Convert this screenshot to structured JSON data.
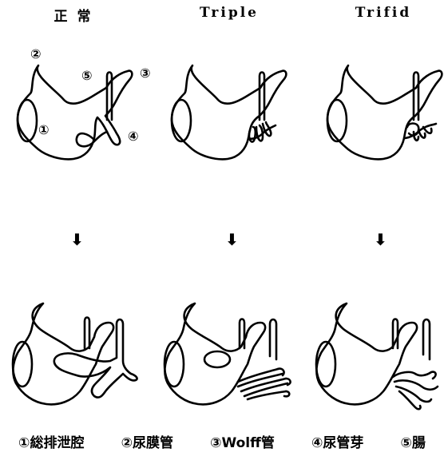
{
  "titles": {
    "normal": "正 常",
    "triple": "Triple",
    "trifid": "Trifid"
  },
  "labels": {
    "n1": "①",
    "n2": "②",
    "n3": "③",
    "n4": "④",
    "n5": "⑤"
  },
  "arrow_glyph": "⬇",
  "legend": [
    "①総排泄腔",
    "②尿膜管",
    "③Wolff管",
    "④尿管芽",
    "⑤腸"
  ]
}
